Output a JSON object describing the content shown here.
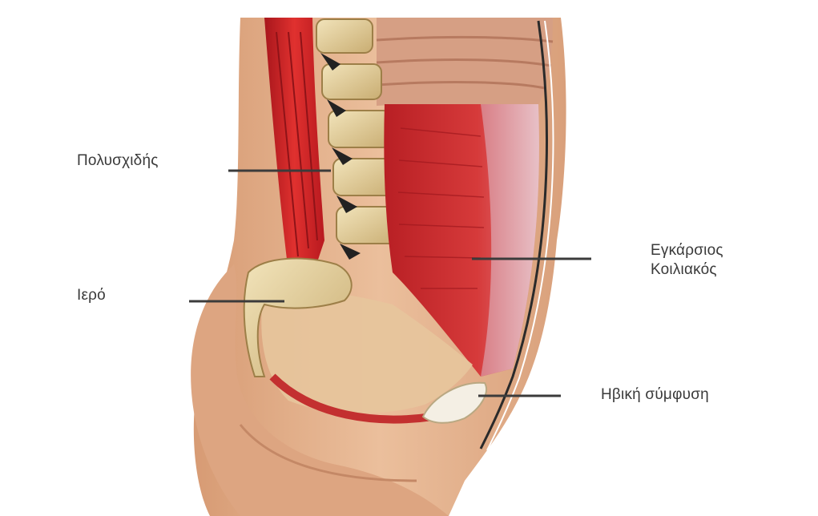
{
  "labels": {
    "multifidus": "Πολυσχιδής",
    "sacrum": "Ιερό",
    "transverse_line1": "Εγκάρσιος",
    "transverse_line2": "Κοιλιακός",
    "pubic_symphysis": "Ηβική σύμφυση"
  },
  "colors": {
    "skin": "#e7b690",
    "skin_shadow": "#cf9570",
    "muscle_red": "#c8262b",
    "muscle_dark": "#9e1a1f",
    "bone": "#e8d6a4",
    "bone_shadow": "#b99b5f",
    "fascia": "#d9b7bf",
    "leader_line": "#3b3b3b"
  }
}
